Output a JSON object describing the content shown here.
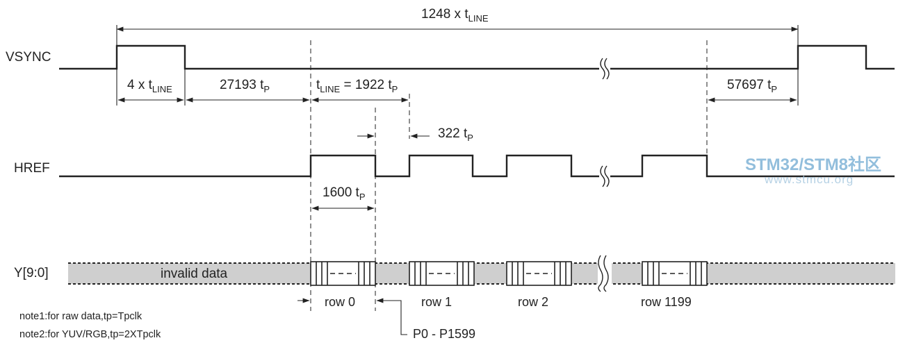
{
  "signals": {
    "vsync": "VSYNC",
    "href": "HREF",
    "y_bus": "Y[9:0]"
  },
  "timing": {
    "frame": {
      "main": "1248 x t",
      "sub": "LINE"
    },
    "vsync_pulse": {
      "main": "4 x t",
      "sub": "LINE"
    },
    "front_porch": {
      "main": "27193 t",
      "sub": "P"
    },
    "line": {
      "main": "t",
      "sub": "LINE",
      "rest": " = 1922 t",
      "sub2": "P"
    },
    "back_porch": {
      "main": "57697 t",
      "sub": "P"
    },
    "href_gap": {
      "main": "322 t",
      "sub": "P"
    },
    "href_active": {
      "main": "1600 t",
      "sub": "P"
    }
  },
  "bus": {
    "invalid": "invalid data",
    "rows": [
      "row 0",
      "row 1",
      "row  2",
      "row  1199"
    ],
    "pixels": "P0 - P1599"
  },
  "notes": [
    "note1:for raw data,tp=Tpclk",
    "note2:for YUV/RGB,tp=2XTpclk"
  ],
  "watermark": {
    "line1a": "STM32/STM8",
    "line1b": "社区",
    "line2": "www.stmcu.org",
    "color": "#7fb3d6"
  }
}
